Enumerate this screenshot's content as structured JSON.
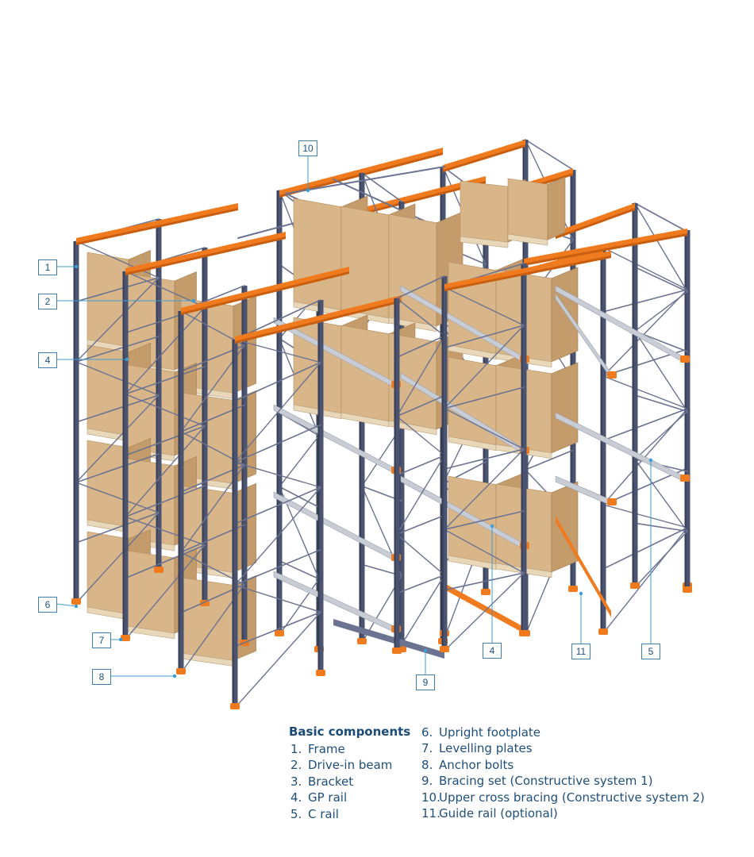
{
  "colors": {
    "upright": "#4a5370",
    "upright_dark": "#363d55",
    "beam": "#f07a1e",
    "box": "#d9b68a",
    "box_shade": "#c49c6c",
    "box_top": "#e6c79e",
    "rail": "#c8ccd4",
    "callout_line": "#3d9cd2",
    "callout_text": "#1f4f7a"
  },
  "callouts": [
    {
      "id": "c1",
      "label": "1"
    },
    {
      "id": "c2",
      "label": "2"
    },
    {
      "id": "c4a",
      "label": "4"
    },
    {
      "id": "c6",
      "label": "6"
    },
    {
      "id": "c7",
      "label": "7"
    },
    {
      "id": "c8",
      "label": "8"
    },
    {
      "id": "c9",
      "label": "9"
    },
    {
      "id": "c4b",
      "label": "4"
    },
    {
      "id": "c11",
      "label": "11"
    },
    {
      "id": "c5",
      "label": "5"
    },
    {
      "id": "c10",
      "label": "10"
    }
  ],
  "legend": {
    "title": "Basic components",
    "left": [
      {
        "num": "1.",
        "text": "Frame"
      },
      {
        "num": "2.",
        "text": "Drive-in beam"
      },
      {
        "num": "3.",
        "text": "Bracket"
      },
      {
        "num": "4.",
        "text": "GP rail"
      },
      {
        "num": "5.",
        "text": "C rail"
      }
    ],
    "right": [
      {
        "num": "6.",
        "text": "Upright footplate"
      },
      {
        "num": "7.",
        "text": "Levelling plates"
      },
      {
        "num": "8.",
        "text": "Anchor bolts"
      },
      {
        "num": "9.",
        "text": "Bracing set (Constructive system 1)"
      },
      {
        "num": "10.",
        "text": "Upper cross bracing (Constructive system 2)"
      },
      {
        "num": "11.",
        "text": "Guide rail (optional)"
      }
    ]
  }
}
